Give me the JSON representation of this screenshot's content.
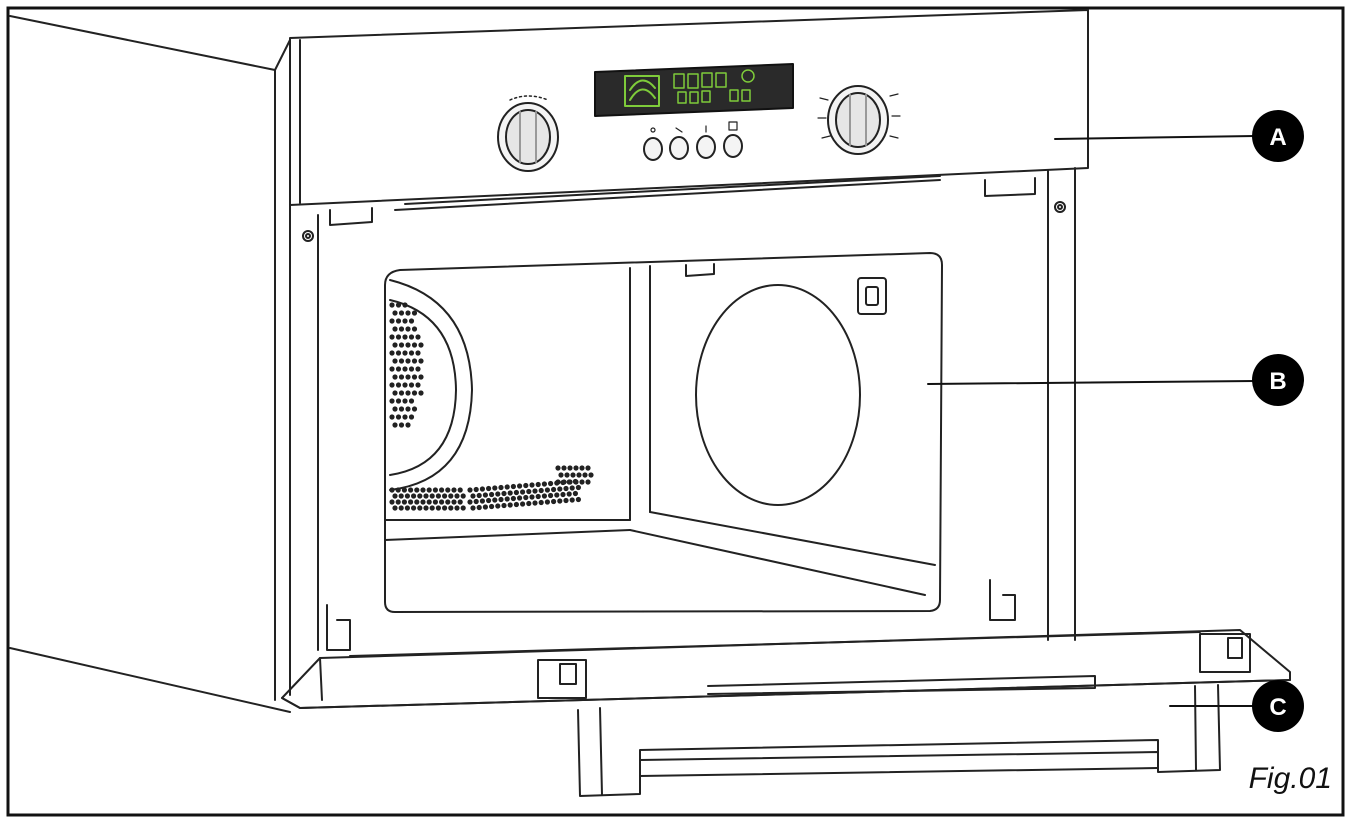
{
  "callouts": [
    {
      "letter": "A"
    },
    {
      "letter": "B"
    },
    {
      "letter": "C"
    }
  ],
  "figure_label": "Fig.01",
  "colors": {
    "line": "#222222",
    "display_bg": "#2a2a2a",
    "display_text": "#7ecb3a",
    "callout_fill": "#000000",
    "callout_text": "#ffffff"
  }
}
